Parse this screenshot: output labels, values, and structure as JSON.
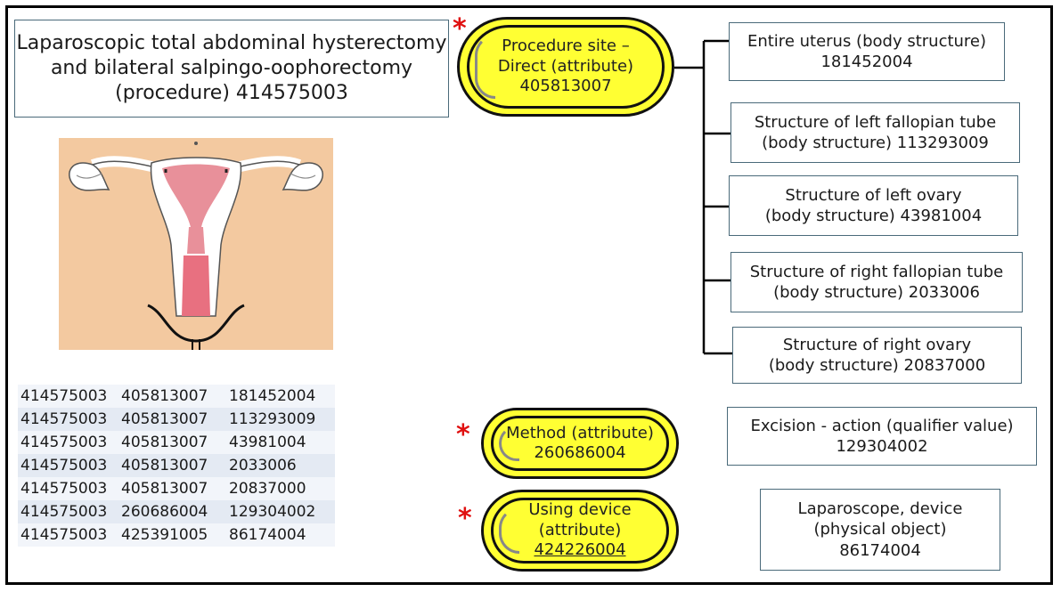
{
  "title": {
    "line1": "Laparoscopic total abdominal hysterectomy",
    "line2": "and bilateral salpingo-oophorectomy",
    "line3": "(procedure) 414575003"
  },
  "attributes": [
    {
      "line1": "Procedure site –",
      "line2": "Direct (attribute)",
      "line3": "405813007"
    },
    {
      "line1": "Method (attribute)",
      "line2": "260686004"
    },
    {
      "line1": "Using device",
      "line2": "(attribute)",
      "line3": "424226004"
    }
  ],
  "asterisk": "*",
  "targets": [
    {
      "line1": "Entire uterus (body structure)",
      "line2": "181452004"
    },
    {
      "line1": "Structure of left fallopian tube",
      "line2": "(body structure) 113293009"
    },
    {
      "line1": "Structure of left ovary",
      "line2": "(body structure) 43981004"
    },
    {
      "line1": "Structure of right fallopian tube",
      "line2": "(body structure) 2033006"
    },
    {
      "line1": "Structure of right ovary",
      "line2": "(body structure) 20837000"
    },
    {
      "line1": "Excision - action (qualifier value)",
      "line2": "129304002"
    },
    {
      "line1": "Laparoscope, device",
      "line2": "(physical object)",
      "line3": "86174004"
    }
  ],
  "codes": [
    [
      "414575003",
      "405813007",
      "181452004"
    ],
    [
      "414575003",
      "405813007",
      "113293009"
    ],
    [
      "414575003",
      "405813007",
      "43981004"
    ],
    [
      "414575003",
      "405813007",
      "2033006"
    ],
    [
      "414575003",
      "405813007",
      "20837000"
    ],
    [
      "414575003",
      "260686004",
      "129304002"
    ],
    [
      "414575003",
      "425391005",
      "86174004"
    ]
  ],
  "colors": {
    "pill": "#ffff33",
    "asterisk": "#e01010",
    "illustration_bg": "#f3c9a0",
    "uterus_pink": "#e8909a"
  }
}
